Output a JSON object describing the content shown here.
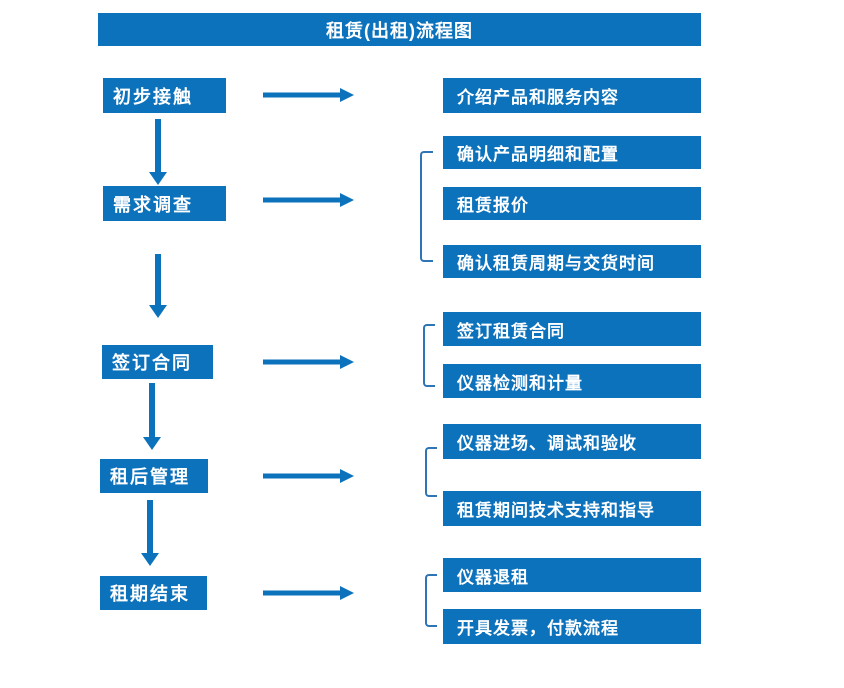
{
  "title": "租赁(出租)流程图",
  "colors": {
    "primary": "#0d72bc",
    "bracket": "#2e75b6",
    "text_on_primary": "#ffffff",
    "background": "#ffffff"
  },
  "steps": [
    {
      "label": "初步接触",
      "details": [
        "介绍产品和服务内容"
      ]
    },
    {
      "label": "需求调查",
      "details": [
        "确认产品明细和配置",
        "租赁报价",
        "确认租赁周期与交货时间"
      ]
    },
    {
      "label": "签订合同",
      "details": [
        "签订租赁合同",
        "仪器检测和计量"
      ]
    },
    {
      "label": "租后管理",
      "details": [
        "仪器进场、调试和验收",
        "租赁期间技术支持和指导"
      ]
    },
    {
      "label": "租期结束",
      "details": [
        "仪器退租",
        "开具发票，付款流程"
      ]
    }
  ]
}
